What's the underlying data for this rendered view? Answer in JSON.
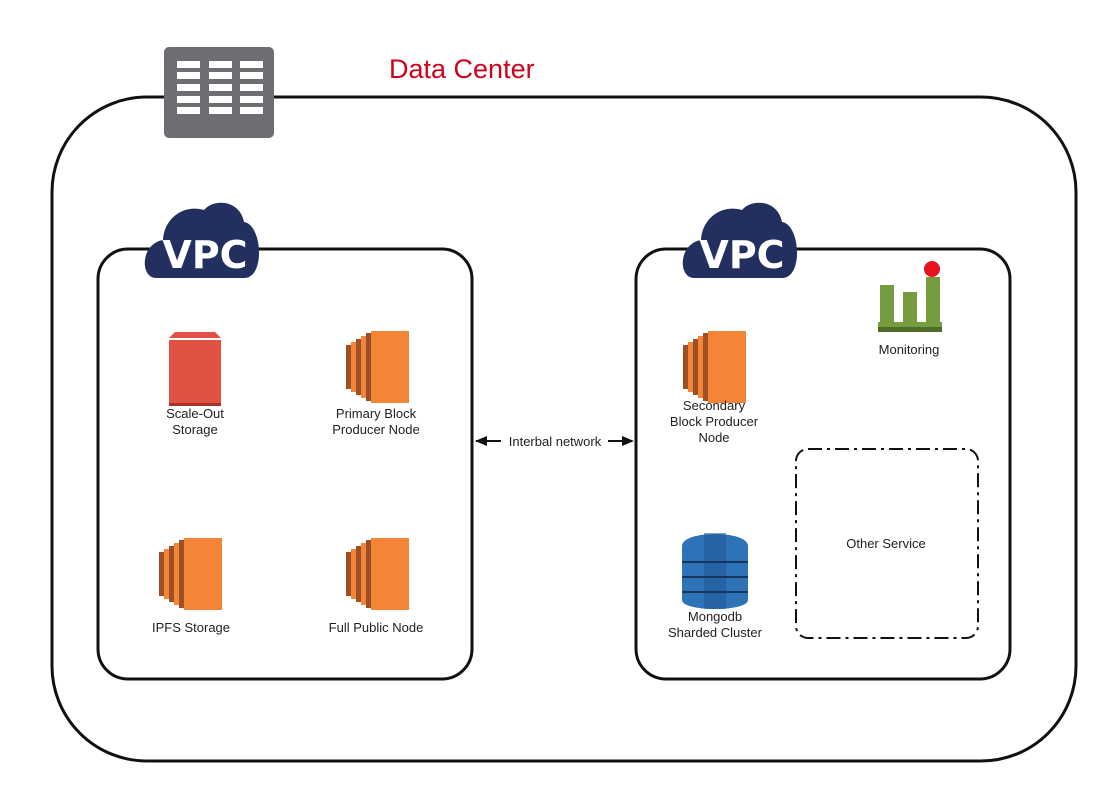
{
  "title": "Data Center",
  "colors": {
    "title": "#d0021b",
    "vpc_cloud": "#232f5e",
    "ec2_orange": "#f58536",
    "ec2_dark": "#9d5025",
    "storage_red": "#e05243",
    "dynamo_blue": "#2e73b8",
    "monitor_green": "#759c3e",
    "alarm_red": "#e7141f",
    "server_gray": "#6d6e71"
  },
  "vpcs": [
    {
      "label": "VPC"
    },
    {
      "label": "VPC"
    }
  ],
  "left_vpc": {
    "scale_out_storage": {
      "icon": "storage-icon",
      "label_lines": [
        "Scale-Out",
        "Storage"
      ]
    },
    "primary_node": {
      "icon": "ec2-icon",
      "label_lines": [
        "Primary Block",
        "Producer Node"
      ]
    },
    "ipfs_storage": {
      "icon": "ec2-icon",
      "label_lines": [
        "IPFS Storage"
      ]
    },
    "full_public_node": {
      "icon": "ec2-icon",
      "label_lines": [
        "Full Public Node"
      ]
    }
  },
  "network_label": "Interbal network",
  "right_vpc": {
    "secondary_node": {
      "icon": "ec2-icon",
      "label_lines": [
        "Secondary",
        "Block Producer",
        "Node"
      ]
    },
    "monitoring": {
      "icon": "monitoring-icon",
      "label_lines": [
        "Monitoring"
      ]
    },
    "mongodb": {
      "icon": "database-icon",
      "label_lines": [
        "Mongodb",
        "Sharded Cluster"
      ]
    },
    "other_service": {
      "label_lines": [
        "Other Service"
      ]
    }
  }
}
